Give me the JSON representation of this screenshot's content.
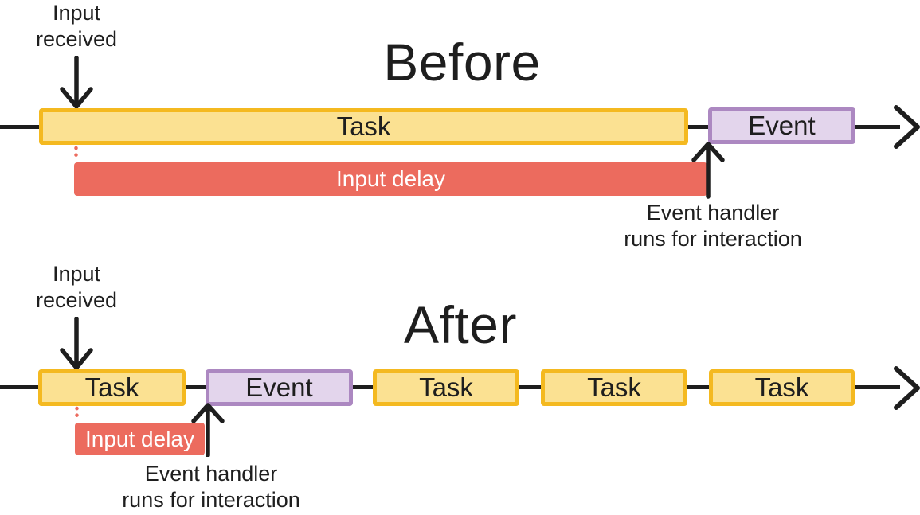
{
  "diagram": {
    "before": {
      "title": "Before",
      "input_received_label": "Input\nreceived",
      "task_label": "Task",
      "event_label": "Event",
      "input_delay_label": "Input delay",
      "event_handler_label": "Event handler\nruns for interaction"
    },
    "after": {
      "title": "After",
      "input_received_label": "Input\nreceived",
      "task_labels": [
        "Task",
        "Task",
        "Task",
        "Task"
      ],
      "event_label": "Event",
      "input_delay_label": "Input delay",
      "event_handler_label": "Event handler\nruns for interaction"
    },
    "colors": {
      "task_fill": "#FBE192",
      "task_border": "#F4B920",
      "event_fill": "#E3D5EC",
      "event_border": "#AC88C1",
      "delay_fill": "#EC6B5E",
      "delay_text": "#FFFFFF",
      "ink": "#1E1E1E"
    }
  }
}
